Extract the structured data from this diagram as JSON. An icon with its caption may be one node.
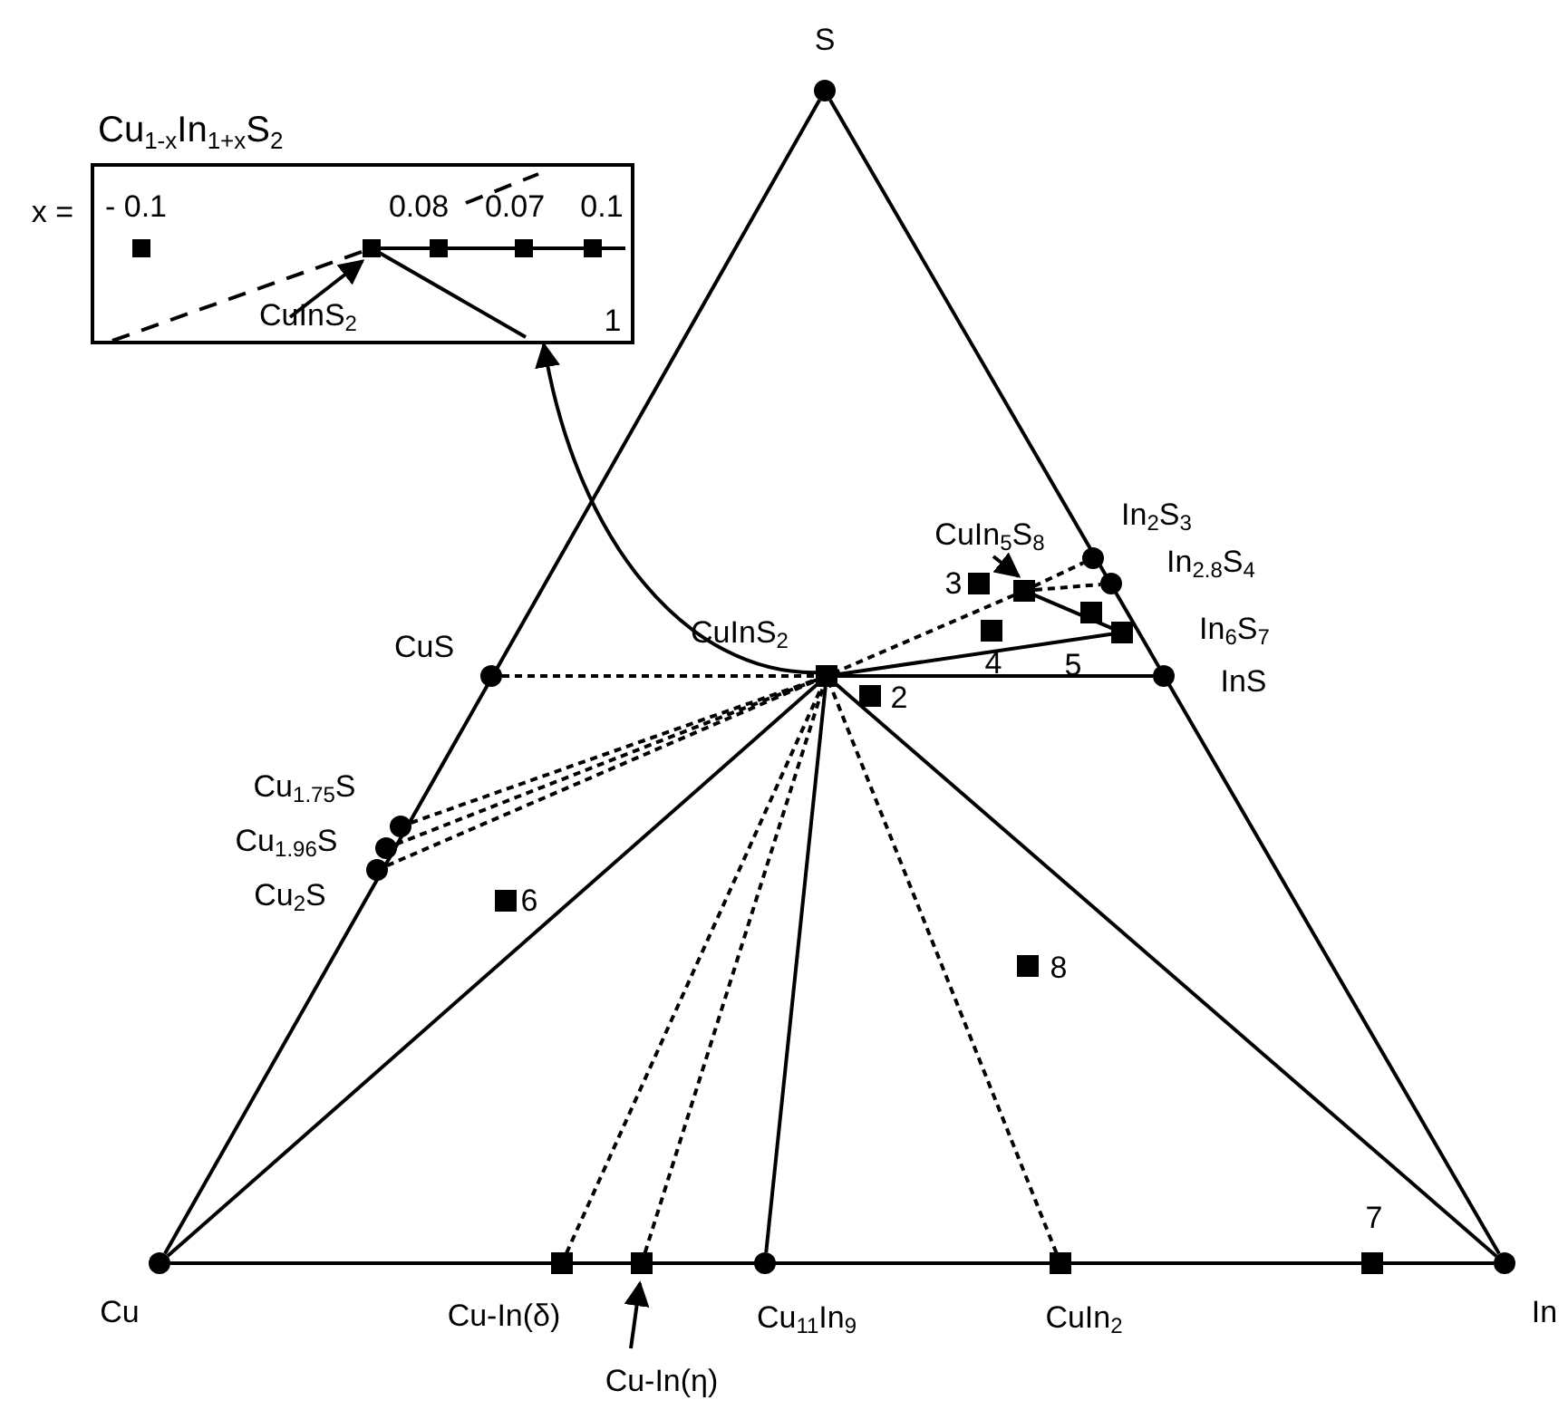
{
  "diagram": {
    "nodes": [
      {
        "text": [
          "S"
        ]
      },
      {
        "text": [
          "Cu"
        ]
      },
      {
        "text": [
          "In"
        ]
      },
      {
        "text": [
          "CuS"
        ]
      },
      {
        "text": [
          "Cu$_{1.75}$S"
        ]
      },
      {
        "text": [
          "Cu$_{1.96}$S"
        ]
      },
      {
        "text": [
          "Cu$_{2}$S"
        ]
      },
      {
        "text": [
          "CuInS$_{2}$"
        ]
      },
      {
        "text": [
          "CuIn$_{5}$S$_{8}$"
        ]
      },
      {
        "text": [
          "In$_{2}$S$_{3}$"
        ]
      },
      {
        "text": [
          "In$_{2.8}$S$_{4}$"
        ]
      },
      {
        "text": [
          "In$_{6}$S$_{7}$"
        ]
      },
      {
        "text": [
          "InS"
        ]
      },
      {
        "text": [
          "Cu-In(δ)"
        ]
      },
      {
        "text": [
          "Cu-In(η)"
        ]
      },
      {
        "text": [
          "Cu$_{11}$In$_{9}$"
        ]
      },
      {
        "text": [
          "CuIn$_{2}$"
        ]
      },
      {
        "text": [
          "Cu$_{1-x}$In$_{1+x}$S$_{2}$"
        ],
        "beside": [
          "x ="
        ]
      }
    ],
    "edges": [
      {
        "from": 1,
        "to": 0,
        "arrow": "none"
      },
      {
        "from": 0,
        "to": 2,
        "arrow": "none"
      },
      {
        "from": 1,
        "to": 2,
        "arrow": "none"
      },
      {
        "from": 3,
        "to": 7,
        "arrow": "none",
        "style": "dashed"
      },
      {
        "from": 4,
        "to": 7,
        "arrow": "none",
        "style": "dashed"
      },
      {
        "from": 5,
        "to": 7,
        "arrow": "none",
        "style": "dashed"
      },
      {
        "from": 6,
        "to": 7,
        "arrow": "none",
        "style": "dashed"
      },
      {
        "from": 1,
        "to": 7,
        "arrow": "none"
      },
      {
        "from": 13,
        "to": 7,
        "arrow": "none",
        "style": "dashed"
      },
      {
        "from": 14,
        "to": 7,
        "arrow": "none",
        "style": "dashed"
      },
      {
        "from": 15,
        "to": 7,
        "arrow": "none"
      },
      {
        "from": 16,
        "to": 7,
        "arrow": "none",
        "style": "dashed"
      },
      {
        "from": 2,
        "to": 7,
        "arrow": "none"
      },
      {
        "from": 12,
        "to": 7,
        "arrow": "none"
      },
      {
        "from": 11,
        "to": 7,
        "arrow": "none"
      },
      {
        "from": 8,
        "to": 7,
        "arrow": "none",
        "style": "dashed"
      },
      {
        "from": 8,
        "to": 9,
        "arrow": "none",
        "style": "dashed"
      },
      {
        "from": 8,
        "to": 10,
        "arrow": "none",
        "style": "dashed"
      },
      {
        "from": 8,
        "to": 11,
        "arrow": "none"
      },
      {
        "from": 7,
        "to": 17,
        "arrow": "to"
      },
      {
        "from": null,
        "to": 8,
        "arrow": "to"
      },
      {
        "from": null,
        "to": 14,
        "arrow": "to"
      }
    ],
    "labels": [
      "- 0.1",
      "0.08",
      "0.07",
      "0.1",
      "CuInS$_{2}$",
      "1",
      "3",
      "4",
      "5",
      "2",
      "6",
      "8",
      "7"
    ]
  }
}
